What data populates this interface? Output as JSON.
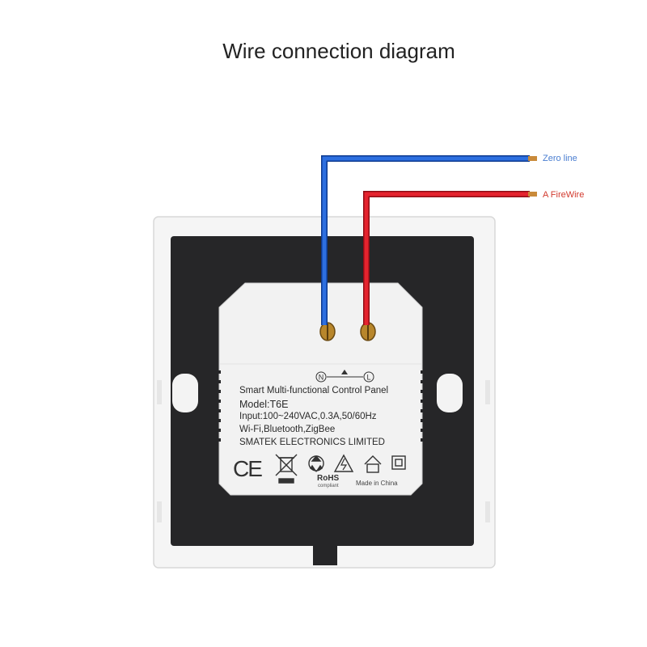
{
  "title": "Wire connection diagram",
  "wires": {
    "zero_label": "Zero line",
    "fire_label": "A FireWire",
    "zero_color": "#1f5fd1",
    "fire_color": "#d9202b"
  },
  "panel": {
    "terminal_n": "N",
    "terminal_l": "L",
    "line1": "Smart Multi-functional Control Panel",
    "line2": "Model:T6E",
    "line3": "Input:100~240VAC,0.3A,50/60Hz",
    "line4": "Wi-Fi,Bluetooth,ZigBee",
    "line5": "SMATEK ELECTRONICS LIMITED",
    "ce_mark": "CE",
    "rohs": "RoHS",
    "rohs_sub": "compliant",
    "made_in": "Made in China"
  },
  "icons": [
    "weee-bin-icon",
    "recycle-icon",
    "high-voltage-icon",
    "home-icon",
    "double-insulation-icon"
  ]
}
